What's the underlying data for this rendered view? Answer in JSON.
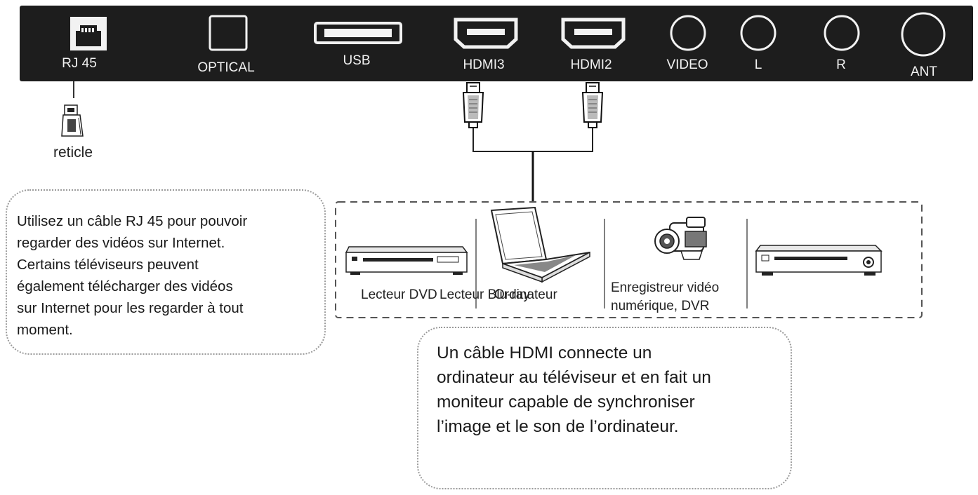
{
  "panel": {
    "ports": [
      {
        "name": "rj45",
        "label": "RJ 45",
        "icon": "rj45-port-icon"
      },
      {
        "name": "optical",
        "label": "OPTICAL",
        "icon": "optical-port-icon"
      },
      {
        "name": "usb",
        "label": "USB",
        "icon": "usb-port-icon"
      },
      {
        "name": "hdmi3",
        "label": "HDMI3",
        "icon": "hdmi-port-icon"
      },
      {
        "name": "hdmi2",
        "label": "HDMI2",
        "icon": "hdmi-port-icon"
      },
      {
        "name": "video",
        "label": "VIDEO",
        "icon": "rca-jack-icon"
      },
      {
        "name": "l",
        "label": "L",
        "icon": "rca-jack-icon"
      },
      {
        "name": "r",
        "label": "R",
        "icon": "rca-jack-icon"
      },
      {
        "name": "ant",
        "label": "ANT",
        "icon": "antenna-jack-icon"
      }
    ]
  },
  "reticle": {
    "label": "reticle",
    "icon": "network-plug-icon"
  },
  "devices": [
    {
      "label": "Lecteur DVD",
      "icon": "dvd-player-icon"
    },
    {
      "label": "Lecteur Blu-ray",
      "icon": "laptop-icon"
    },
    {
      "label": "Ordinateur",
      "icon": "laptop-icon"
    },
    {
      "label_lines": [
        "Enregistreur vidéo",
        "numérique, DVR"
      ],
      "icon": "camcorder-icon"
    },
    {
      "label": "",
      "icon": "set-top-box-icon"
    }
  ],
  "notes": {
    "rj45_lines": [
      "Utilisez un câble RJ 45 pour pouvoir",
      "regarder des vidéos sur Internet.",
      "Certains téléviseurs peuvent",
      "également télécharger des vidéos",
      "sur Internet pour les regarder à tout",
      "moment."
    ],
    "hdmi_lines": [
      "Un câble HDMI connecte un",
      "ordinateur au téléviseur et en fait un",
      "moniteur capable de synchroniser",
      "l’image et le son de l’ordinateur."
    ]
  },
  "colors": {
    "panel": "#1d1d1d",
    "port": "#f2f2f2",
    "line": "#222222",
    "dash": "#555555"
  }
}
